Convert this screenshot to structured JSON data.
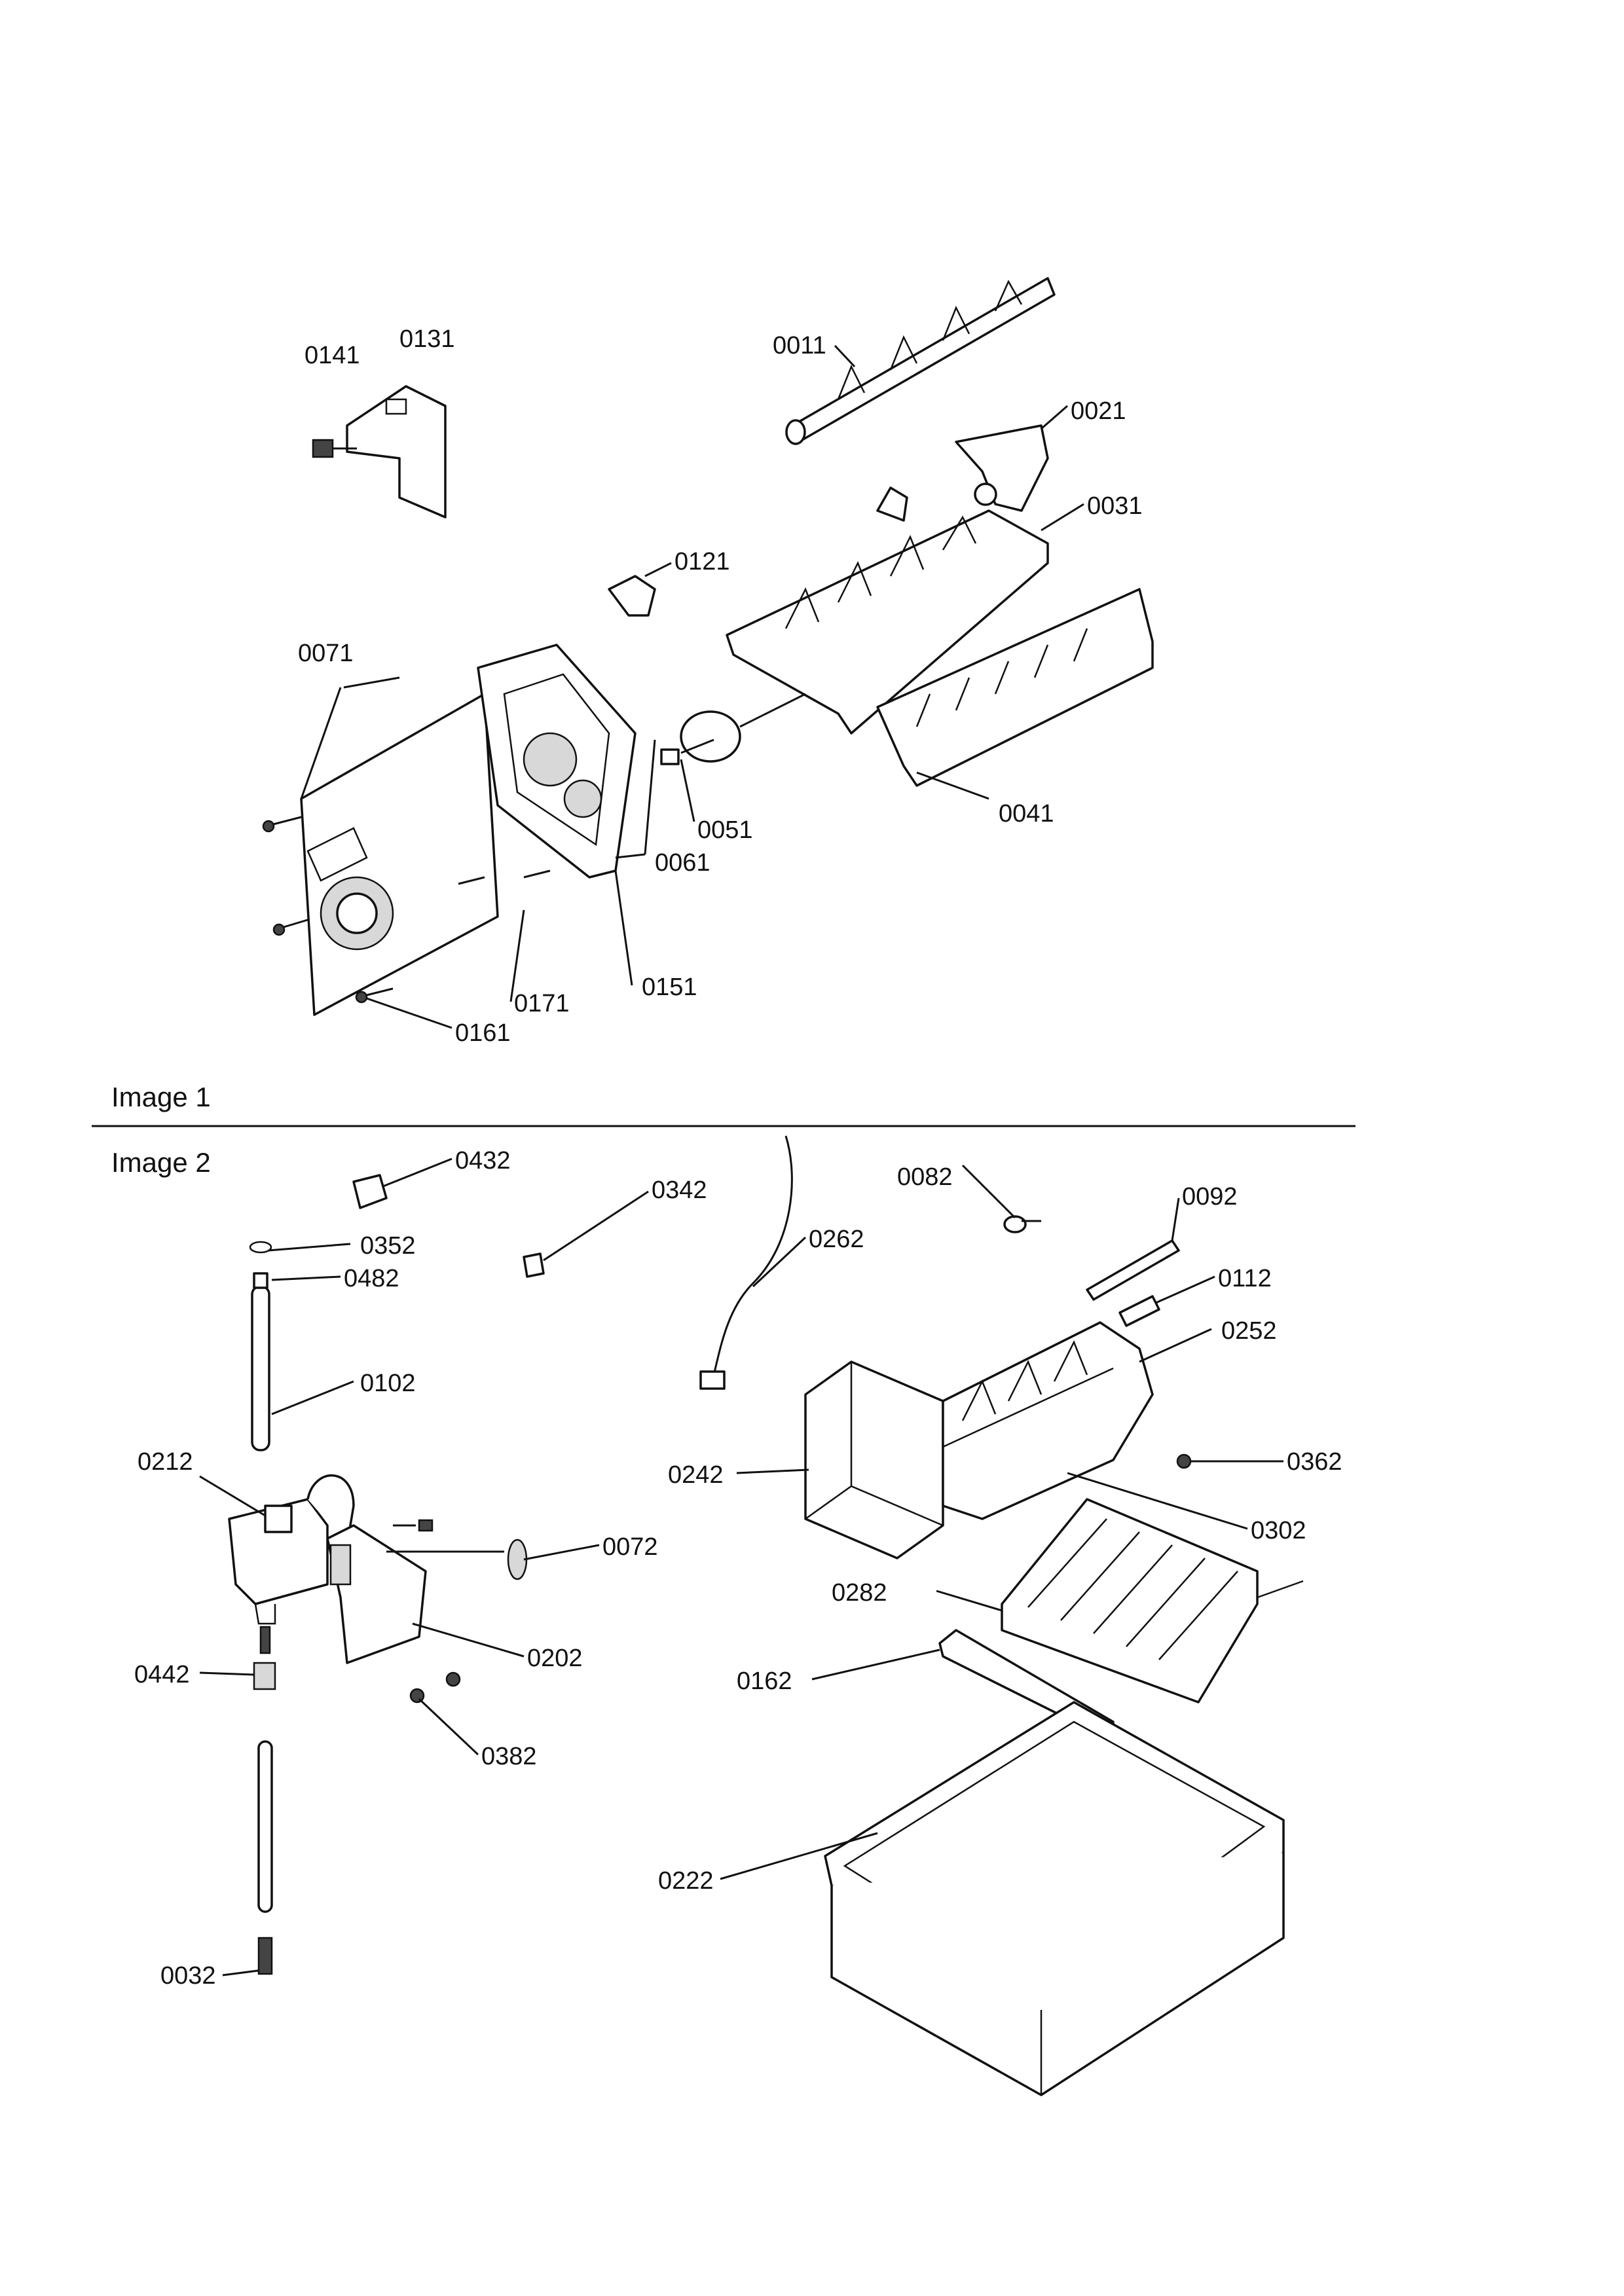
{
  "sections": [
    {
      "caption": "Image 1"
    },
    {
      "caption": "Image 2"
    }
  ],
  "image1_labels": [
    "0141",
    "0131",
    "0011",
    "0021",
    "0031",
    "0121",
    "0071",
    "0051",
    "0061",
    "0041",
    "0171",
    "0151",
    "0161"
  ],
  "image2_labels": [
    "0432",
    "0342",
    "0262",
    "0082",
    "0092",
    "0352",
    "0482",
    "0102",
    "0112",
    "0252",
    "0212",
    "0242",
    "0362",
    "0072",
    "0302",
    "0282",
    "0202",
    "0442",
    "0162",
    "0382",
    "0222",
    "0032"
  ]
}
